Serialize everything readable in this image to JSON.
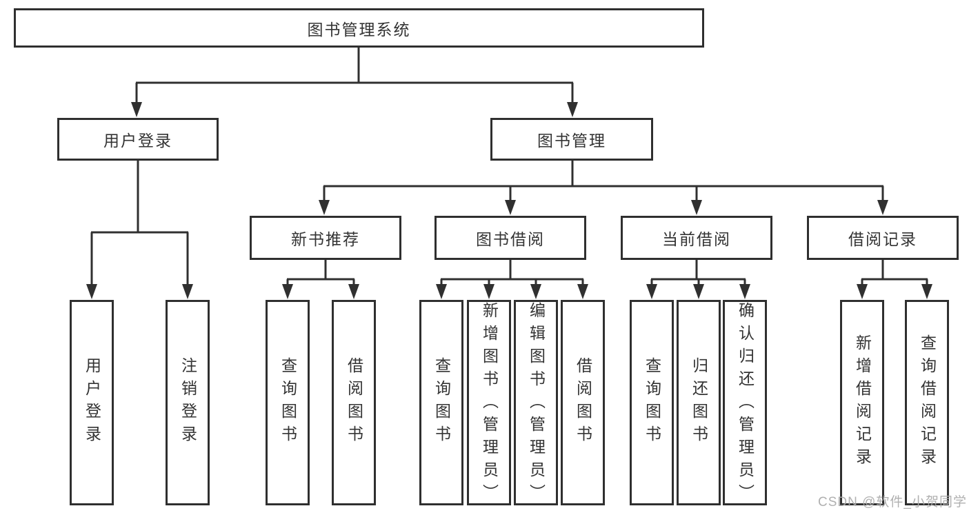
{
  "diagram": {
    "root_label": "图书管理系统",
    "login_branch": {
      "label": "用户登录",
      "leaves": [
        "用户登录",
        "注销登录"
      ]
    },
    "mgmt_branch": {
      "label": "图书管理",
      "groups": [
        {
          "label": "新书推荐",
          "leaves": [
            "查询图书",
            "借阅图书"
          ]
        },
        {
          "label": "图书借阅",
          "leaves": [
            "查询图书",
            "新增图书（管理员）",
            "编辑图书（管理员）",
            "借阅图书"
          ]
        },
        {
          "label": "当前借阅",
          "leaves": [
            "查询图书",
            "归还图书",
            "确认归还（管理员）"
          ]
        },
        {
          "label": "借阅记录",
          "leaves": [
            "新增借阅记录",
            "查询借阅记录"
          ]
        }
      ]
    }
  },
  "watermark": "CSDN @软件_小贺同学",
  "colors": {
    "line": "#303030",
    "text": "#333333",
    "watermark": "#acacac",
    "background": "#ffffff"
  }
}
